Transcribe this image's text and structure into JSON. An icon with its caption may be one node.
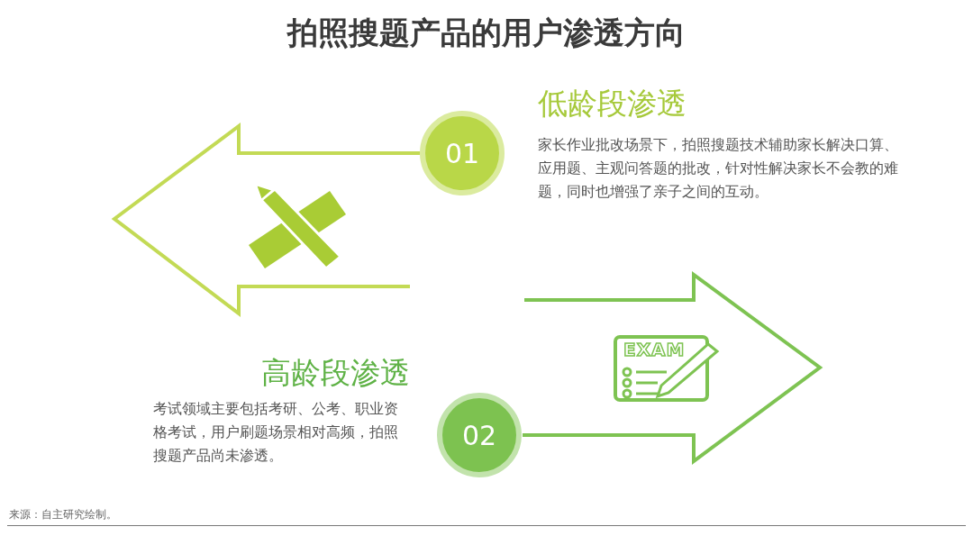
{
  "diagram": {
    "title": "拍照搜题产品的用户渗透方向",
    "nodes": [
      {
        "text": [
          "01"
        ]
      },
      {
        "text": [
          "02"
        ]
      }
    ],
    "edges": [],
    "labels": [
      "低龄段渗透",
      "家长作业批改场景下，拍照搜题技术辅助家长解决口算、应用题、主观问答题的批改，针对性解决家长不会教的难题，同时也增强了亲子之间的互动。",
      "EXAM",
      "高龄段渗透",
      "考试领域主要包括考研、公考、职业资格考试，用户刷题场景相对高频，拍照搜题产品尚未渗透。",
      "来源：自主研究绘制。"
    ]
  }
}
